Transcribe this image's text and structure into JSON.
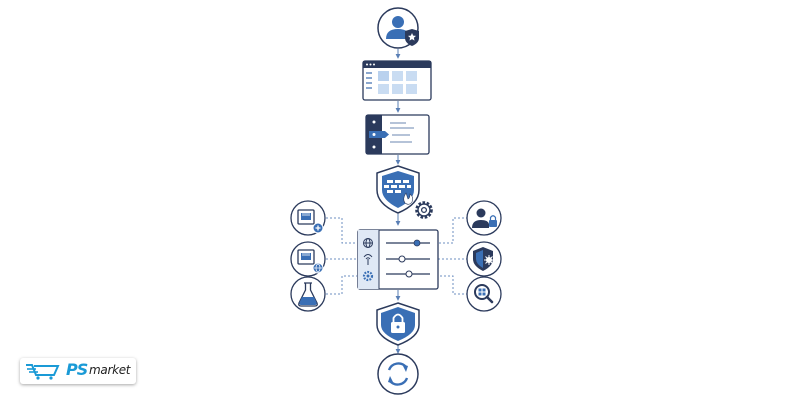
{
  "colors": {
    "navy": "#2b3a5c",
    "blue": "#3a6fb5",
    "light_blue": "#c9dcf2",
    "line": "#5a7fb5"
  },
  "logo": {
    "brand": "PS",
    "suffix": "market",
    "icon": "shopping-cart-icon"
  },
  "nodes": {
    "user": "user-admin-icon",
    "dashboard": "dashboard-window-icon",
    "menu": "sidebar-menu-window-icon",
    "firewall": "firewall-shield-icon",
    "settings": "gear-icon",
    "control_panel": "settings-sliders-panel",
    "left": [
      "network-port-add-icon",
      "network-port-globe-icon",
      "lab-flask-icon"
    ],
    "right": [
      "user-lock-icon",
      "shield-virus-icon",
      "search-grid-icon"
    ],
    "security": "shield-lock-icon",
    "sync": "sync-arrows-icon"
  }
}
